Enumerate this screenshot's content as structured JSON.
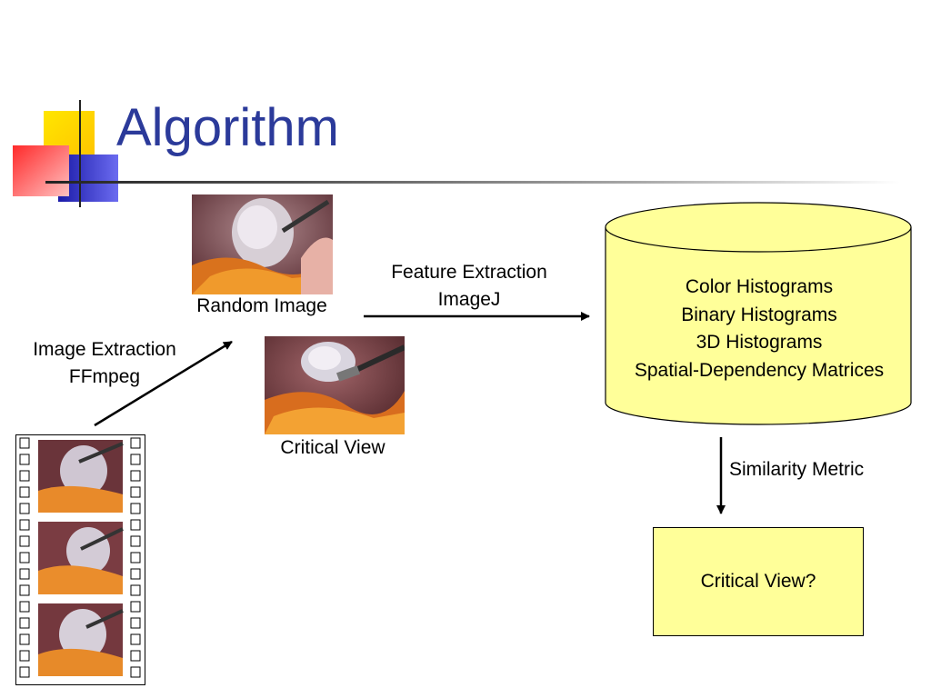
{
  "slide": {
    "title": "Algorithm"
  },
  "diagram": {
    "random_image_label": "Random Image",
    "critical_view_label": "Critical View",
    "image_extraction": {
      "line1": "Image Extraction",
      "line2": "FFmpeg"
    },
    "feature_extraction": {
      "line1": "Feature Extraction",
      "line2": "ImageJ"
    },
    "database_items": [
      "Color Histograms",
      "Binary Histograms",
      "3D Histograms",
      "Spatial-Dependency Matrices"
    ],
    "similarity_label": "Similarity Metric",
    "result_label": "Critical View?"
  },
  "colors": {
    "title": "#2b3a9a",
    "database_fill": "#ffff99",
    "result_fill": "#ffff99",
    "logo_yellow": "#ffd700",
    "logo_blue": "#3333cc",
    "logo_red": "#ff4d4d"
  }
}
